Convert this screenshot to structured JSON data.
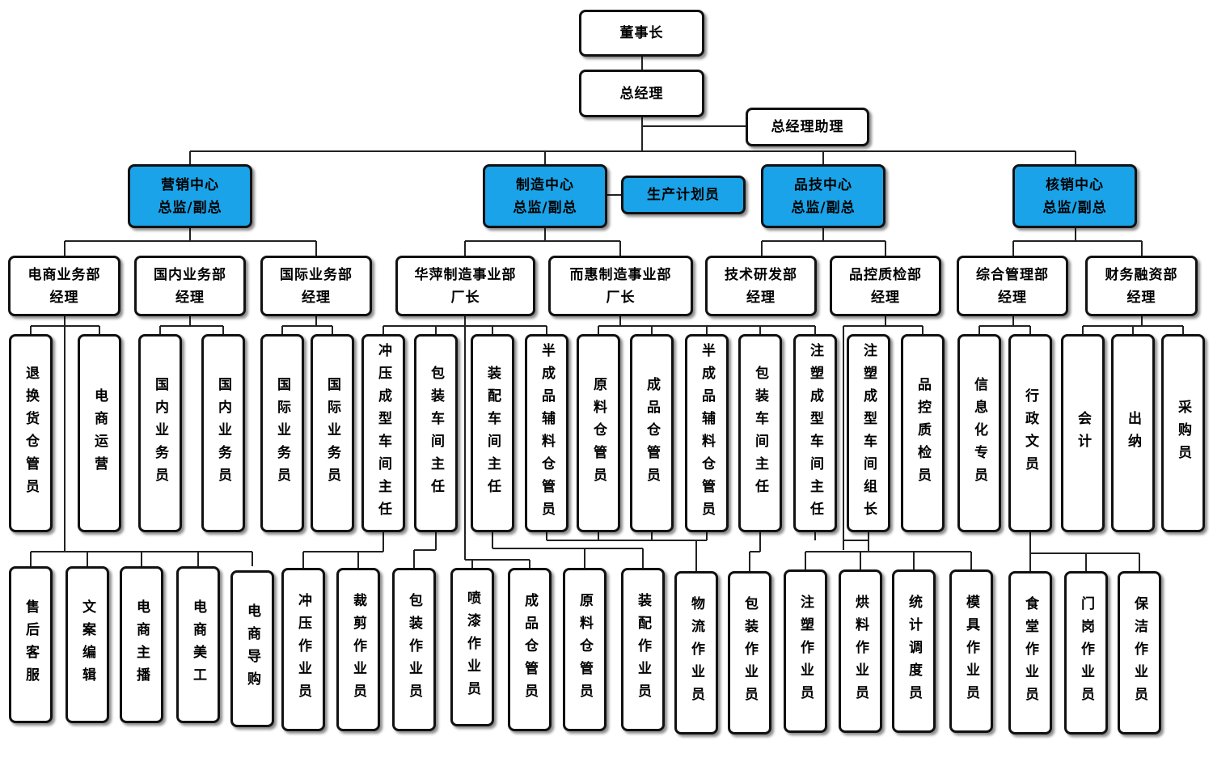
{
  "colors": {
    "center_fill": "#1aa3e8",
    "box_fill": "#ffffff",
    "border": "#111111"
  },
  "top": {
    "chairman": "董事长",
    "gm": "总经理",
    "gm_assistant": "总经理助理"
  },
  "centers": {
    "marketing": "营销中心\n总监/副总",
    "manufacturing": "制造中心\n总监/副总",
    "production_planner": "生产计划员",
    "tech": "品技中心\n总监/副总",
    "admin": "核销中心\n总监/副总"
  },
  "departments": {
    "ecommerce": "电商业务部\n经理",
    "domestic": "国内业务部\n经理",
    "intl": "国际业务部\n经理",
    "huaping": "华萍制造事业部\n厂长",
    "erhui": "而惠制造事业部\n厂长",
    "rnd": "技术研发部\n经理",
    "qc": "品控质检部\n经理",
    "general_mgmt": "综合管理部\n经理",
    "finance": "财务融资部\n经理"
  },
  "row3": {
    "return_clerk": "退换货仓管员",
    "ecom_ops": "电商运营",
    "domestic_1": "国内业务员",
    "domestic_2": "国内业务员",
    "intl_1": "国际业务员",
    "intl_2": "国际业务员",
    "stamping_supervisor": "冲压成型车间主任",
    "packing_supervisor_1": "包装车间主任",
    "assembly_supervisor": "装配车间主任",
    "semi_material_clerk_1": "半成品辅料仓管员",
    "raw_material_clerk": "原料仓管员",
    "finished_goods_clerk": "成品仓管员",
    "semi_material_clerk_2": "半成品辅料仓管员",
    "packing_supervisor_2": "包装车间主任",
    "molding_supervisor": "注塑成型车间主任",
    "molding_team_lead": "注塑成型车间组长",
    "qc_inspector": "品控质检员",
    "it_specialist": "信息化专员",
    "admin_clerk": "行政文员",
    "accountant": "会计",
    "cashier": "出纳",
    "purchaser": "采购员"
  },
  "row4": {
    "after_sales": "售后客服",
    "copywriter": "文案编辑",
    "live_host": "电商主播",
    "designer": "电商美工",
    "shopping_guide": "电商导购",
    "stamping_worker": "冲压作业员",
    "cutting_worker": "裁剪作业员",
    "packing_worker_1": "包装作业员",
    "painting_worker": "喷漆作业员",
    "finished_goods_keeper": "成品仓管员",
    "raw_material_keeper": "原料仓管员",
    "assembly_worker": "装配作业员",
    "logistics_worker": "物流作业员",
    "packing_worker_2": "包装作业员",
    "injection_worker": "注塑作业员",
    "baking_worker": "烘料作业员",
    "scheduler": "统计调度员",
    "mold_worker": "模具作业员",
    "canteen_worker": "食堂作业员",
    "guard": "门岗作业员",
    "cleaner": "保洁作业员"
  }
}
